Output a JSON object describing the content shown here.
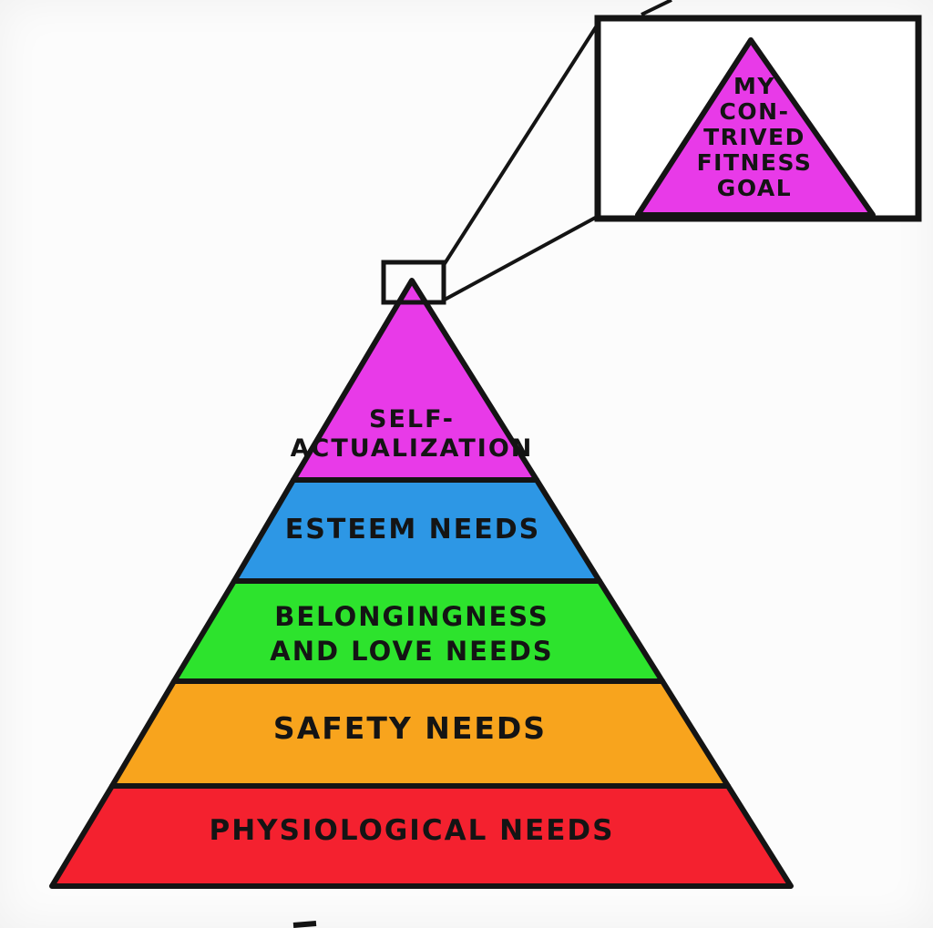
{
  "diagram": {
    "type": "pyramid",
    "ink_color": "#141414",
    "background_color": "#fcfcfc"
  },
  "pyramid": {
    "levels": [
      {
        "id": "physiological",
        "label": "PHYSIOLOGICAL NEEDS",
        "color": "#f4212f",
        "lines": [
          "PHYSIOLOGICAL NEEDS"
        ]
      },
      {
        "id": "safety",
        "label": "SAFETY NEEDS",
        "color": "#f8a41d",
        "lines": [
          "SAFETY NEEDS"
        ]
      },
      {
        "id": "belongingness",
        "label": "BELONGINGNESS AND LOVE NEEDS",
        "color": "#2de32d",
        "lines": [
          "BELONGINGNESS",
          "AND LOVE NEEDS"
        ]
      },
      {
        "id": "esteem",
        "label": "ESTEEM NEEDS",
        "color": "#2d97e5",
        "lines": [
          "ESTEEM NEEDS"
        ]
      },
      {
        "id": "self-actualization",
        "label": "SELF-ACTUALIZATION",
        "color": "#e83ae8",
        "lines": [
          "SELF-",
          "ACTUALIZATION"
        ]
      }
    ]
  },
  "inset": {
    "label": "MY CONTRIVED FITNESS GOAL",
    "lines": [
      "MY",
      "CON-",
      "TRIVED",
      "FITNESS",
      "GOAL"
    ],
    "triangle_color": "#e83ae8"
  }
}
